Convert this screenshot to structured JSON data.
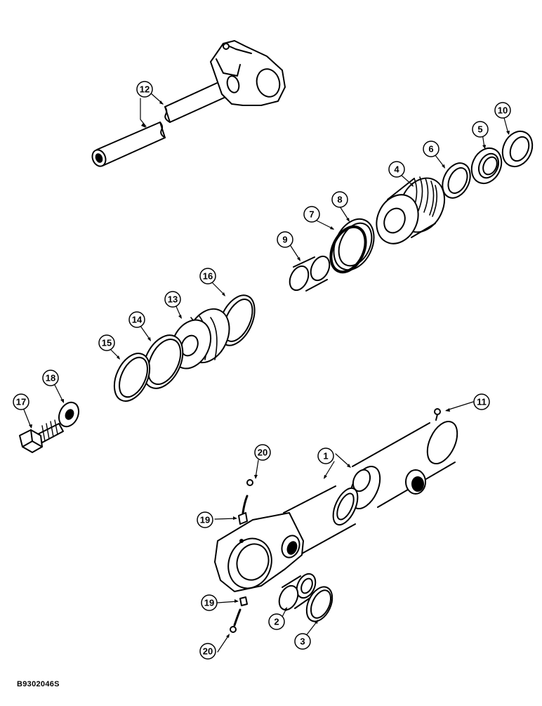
{
  "figure_code": "B9302046S",
  "callouts": [
    {
      "id": "c1",
      "label": "1"
    },
    {
      "id": "c2",
      "label": "2"
    },
    {
      "id": "c3",
      "label": "3"
    },
    {
      "id": "c4",
      "label": "4"
    },
    {
      "id": "c5",
      "label": "5"
    },
    {
      "id": "c6",
      "label": "6"
    },
    {
      "id": "c7",
      "label": "7"
    },
    {
      "id": "c8",
      "label": "8"
    },
    {
      "id": "c9",
      "label": "9"
    },
    {
      "id": "c10",
      "label": "10"
    },
    {
      "id": "c11",
      "label": "11"
    },
    {
      "id": "c12",
      "label": "12"
    },
    {
      "id": "c13",
      "label": "13"
    },
    {
      "id": "c14",
      "label": "14"
    },
    {
      "id": "c15",
      "label": "15"
    },
    {
      "id": "c16",
      "label": "16"
    },
    {
      "id": "c17",
      "label": "17"
    },
    {
      "id": "c18",
      "label": "18"
    },
    {
      "id": "c19a",
      "label": "19"
    },
    {
      "id": "c19b",
      "label": "19"
    },
    {
      "id": "c20a",
      "label": "20"
    },
    {
      "id": "c20b",
      "label": "20"
    }
  ]
}
